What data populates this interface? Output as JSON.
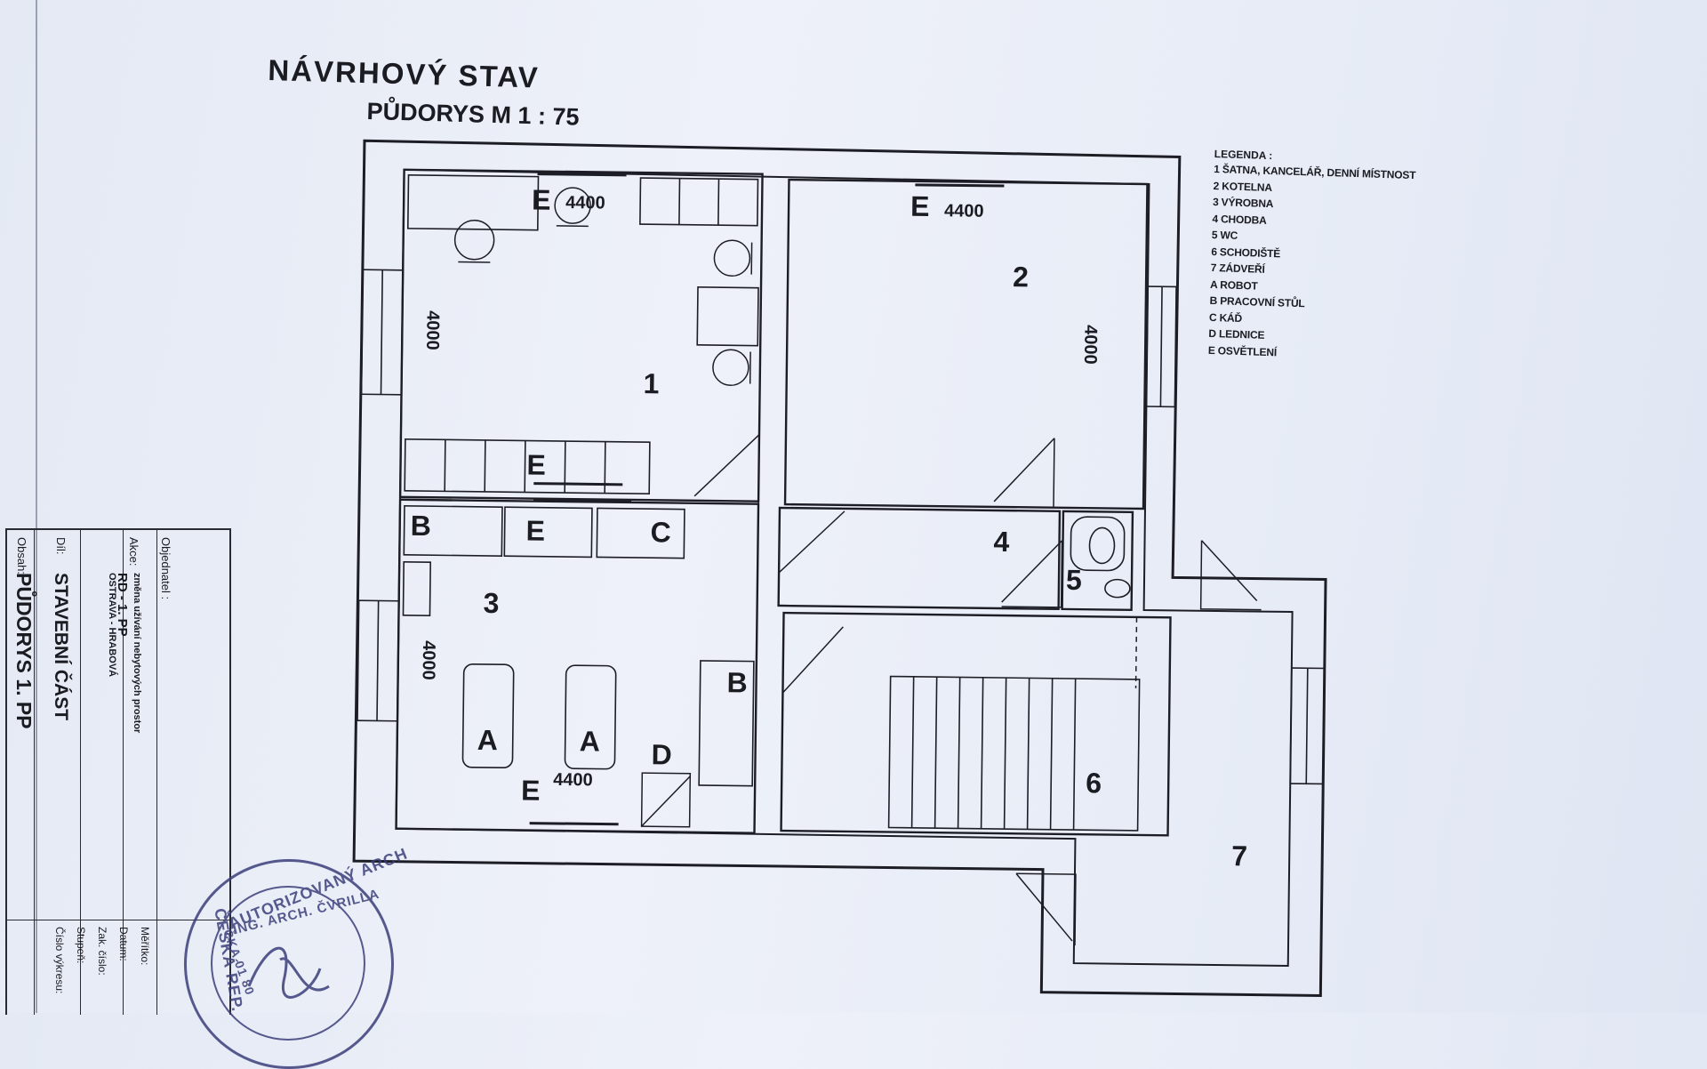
{
  "header": {
    "title": "NÁVRHOVÝ STAV",
    "subtitle": "PŮDORYS  M 1 : 75"
  },
  "plan": {
    "dimensions": [
      "4400",
      "4400",
      "4400",
      "4000",
      "4000",
      "4000"
    ],
    "rooms": [
      "1",
      "2",
      "3",
      "4",
      "5",
      "6",
      "7"
    ],
    "equipment_labels": [
      "E",
      "E",
      "E",
      "E",
      "E",
      "B",
      "B",
      "C",
      "A",
      "A",
      "D"
    ]
  },
  "legend": {
    "title": "LEGENDA :",
    "items": [
      "1  ŠATNA, KANCELÁŘ, DENNÍ MÍSTNOST",
      "2  KOTELNA",
      "3  VÝROBNA",
      "4  CHODBA",
      "5  WC",
      "6  SCHODIŠTĚ",
      "7  ZÁDVEŘÍ",
      "A  ROBOT",
      "B  PRACOVNÍ STŮL",
      "C  KÁĎ",
      "D  LEDNICE",
      "E  OSVĚTLENÍ"
    ]
  },
  "title_block": {
    "labels": [
      "Objednatel :",
      "Akce:",
      "Díl:",
      "Obsah:",
      "Měřítko:",
      "Datum:",
      "Zak. číslo:",
      "Stupeň:",
      "Číslo výkresu:"
    ],
    "akce_lines": [
      "změna užívání nebytových prostor",
      "RD - 1. PP",
      "OSTRAVA - HRABOVÁ"
    ],
    "dil": "STAVEBNÍ ČÁST",
    "obsah": "PŮDORYS 1. PP"
  },
  "stamp": {
    "top": "AUTORIZOVANÝ ARCH",
    "middle": "ING. ARCH. ČVRILLA",
    "bottom": "ČESKÁ REP.",
    "number": "ČKA 01 80"
  },
  "colors": {
    "ink": "#1b1b22",
    "paper": "#e9edf7",
    "stamp": "#3c3f7a"
  }
}
